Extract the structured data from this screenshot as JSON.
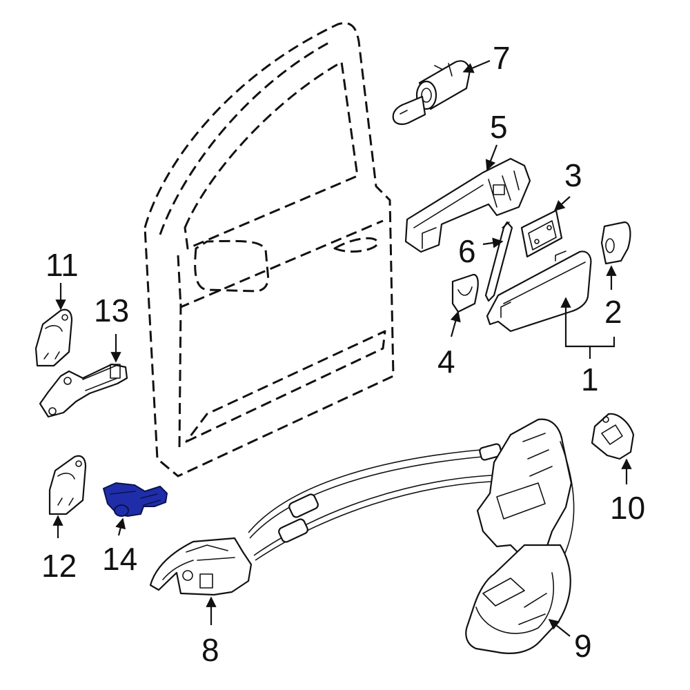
{
  "highlight_color": "#1f2ea8",
  "callouts": {
    "c1": "1",
    "c2": "2",
    "c3": "3",
    "c4": "4",
    "c5": "5",
    "c6": "6",
    "c7": "7",
    "c8": "8",
    "c9": "9",
    "c10": "10",
    "c11": "11",
    "c12": "12",
    "c13": "13",
    "c14": "14"
  },
  "highlighted_part": "14"
}
